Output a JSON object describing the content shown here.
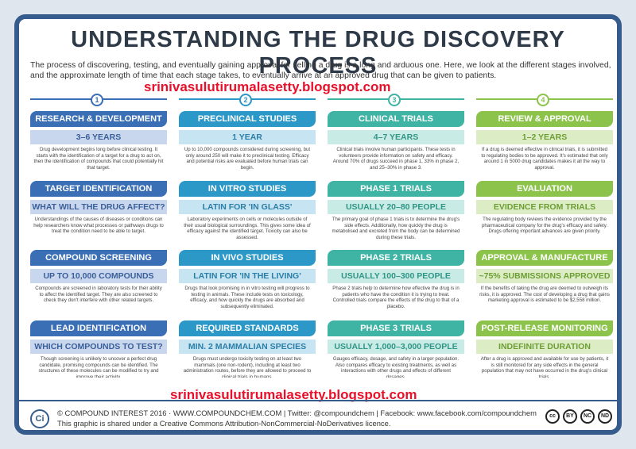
{
  "title": "UNDERSTANDING THE DRUG DISCOVERY PROCESS",
  "intro": "The process of discovering, testing, and eventually gaining approval for selling a drug is a long and arduous one. Here, we look at the different stages involved, and the approximate length of time that each stage takes, to eventually arrive at an approved drug that can be given to patients.",
  "watermark": "srinivasulutirumalasetty.blogspot.com",
  "columns": [
    {
      "number": "1",
      "header": "RESEARCH & DEVELOPMENT",
      "duration": "3–6 YEARS",
      "intro": "Drug development begins long before clinical testing. It starts with the identification of a target for a drug to act on, then the identification of compounds that could potentially hit that target.",
      "sections": [
        {
          "title": "TARGET IDENTIFICATION",
          "subtitle": "WHAT WILL THE DRUG AFFECT?",
          "text": "Understandings of the causes of diseases or conditions can help researchers know what processes or pathways drugs to treat the condition need to be able to target."
        },
        {
          "title": "COMPOUND SCREENING",
          "subtitle": "UP TO 10,000 COMPOUNDS",
          "text": "Compounds are screened in laboratory tests for their ability to affect the identified target. They are also screened to check they don't interfere with other related targets."
        },
        {
          "title": "LEAD IDENTIFICATION",
          "subtitle": "WHICH COMPOUNDS TO TEST?",
          "text": "Though screening is unlikely to uncover a perfect drug candidate, promising compounds can be identified. The structures of these molecules can be modified to try and improve their activity."
        }
      ]
    },
    {
      "number": "2",
      "header": "PRECLINICAL STUDIES",
      "duration": "1 YEAR",
      "intro": "Up to 10,000 compounds considered during screening, but only around 250 will make it to preclinical testing. Efficacy and potential risks are evaluated before human trials can begin.",
      "sections": [
        {
          "title": "IN VITRO STUDIES",
          "subtitle": "LATIN FOR 'IN GLASS'",
          "text": "Laboratory experiments on cells or molecules outside of their usual biological surroundings. This gives some idea of efficacy against the identified target. Toxicity can also be assessed."
        },
        {
          "title": "IN VIVO STUDIES",
          "subtitle": "LATIN FOR 'IN THE LIVING'",
          "text": "Drugs that look promising in in vitro testing will progress to testing in animals. These include tests on toxicology, efficacy, and how quickly the drugs are absorbed and subsequently eliminated."
        },
        {
          "title": "REQUIRED STANDARDS",
          "subtitle": "MIN. 2 MAMMALIAN SPECIES",
          "text": "Drugs must undergo toxicity testing on at least two mammals (one non-rodent), including at least two administration routes, before they are allowed to proceed to clinical trials in humans."
        }
      ]
    },
    {
      "number": "3",
      "header": "CLINICAL TRIALS",
      "duration": "4–7 YEARS",
      "intro": "Clinical trials involve human participants. These tests in volunteers provide information on safety and efficacy. Around 70% of drugs succeed in phase 1, 33% in phase 2, and 25–30% in phase 3.",
      "sections": [
        {
          "title": "PHASE 1 TRIALS",
          "subtitle": "USUALLY 20–80 PEOPLE",
          "text": "The primary goal of phase 1 trials is to determine the drug's side effects. Additionally, how quickly the drug is metabolised and excreted from the body can be determined during these trials."
        },
        {
          "title": "PHASE 2 TRIALS",
          "subtitle": "USUALLY 100–300 PEOPLE",
          "text": "Phase 2 trials help to determine how effective the drug is in patients who have the condition it is trying to treat. Controlled trials compare the effects of the drug to that of a placebo."
        },
        {
          "title": "PHASE 3 TRIALS",
          "subtitle": "USUALLY 1,000–3,000 PEOPLE",
          "text": "Gauges efficacy, dosage, and safety in a larger population. Also compares efficacy to existing treatments, as well as interactions with other drugs and effects of different dosages."
        }
      ]
    },
    {
      "number": "4",
      "header": "REVIEW & APPROVAL",
      "duration": "1–2 YEARS",
      "intro": "If a drug is deemed effective in clinical trials, it is submitted to regulating bodies to be approved. It's estimated that only around 1 in 5000 drug candidates makes it all the way to approval.",
      "sections": [
        {
          "title": "EVALUATION",
          "subtitle": "EVIDENCE FROM TRIALS",
          "text": "The regulating body reviews the evidence provided by the pharmaceutical company for the drug's efficacy and safety. Drugs offering important advances are given priority."
        },
        {
          "title": "APPROVAL & MANUFACTURE",
          "subtitle": "~75% SUBMISSIONS APPROVED",
          "text": "If the benefits of taking the drug are deemed to outweigh its risks, it is approved. The cost of developing a drug that gains marketing approval is estimated to be $2,558 million."
        },
        {
          "title": "POST-RELEASE MONITORING",
          "subtitle": "INDEFINITE DURATION",
          "text": "After a drug is approved and available for use by patients, it is still monitored for any side effects in the general population that may not have occurred in the drug's clinical trials."
        }
      ]
    }
  ],
  "footer": {
    "logo": "Ci",
    "line1": "© COMPOUND INTEREST 2016 · WWW.COMPOUNDCHEM.COM | Twitter: @compoundchem | Facebook: www.facebook.com/compoundchem",
    "line2": "This graphic is shared under a Creative Commons Attribution-NonCommercial-NoDerivatives licence.",
    "cc_badges": [
      "cc",
      "BY",
      "NC",
      "ND"
    ]
  },
  "colors": {
    "frame": "#355c8c",
    "col1": "#3a6eb5",
    "col2": "#2c98c7",
    "col3": "#3fb3a4",
    "col4": "#8cc34a"
  }
}
